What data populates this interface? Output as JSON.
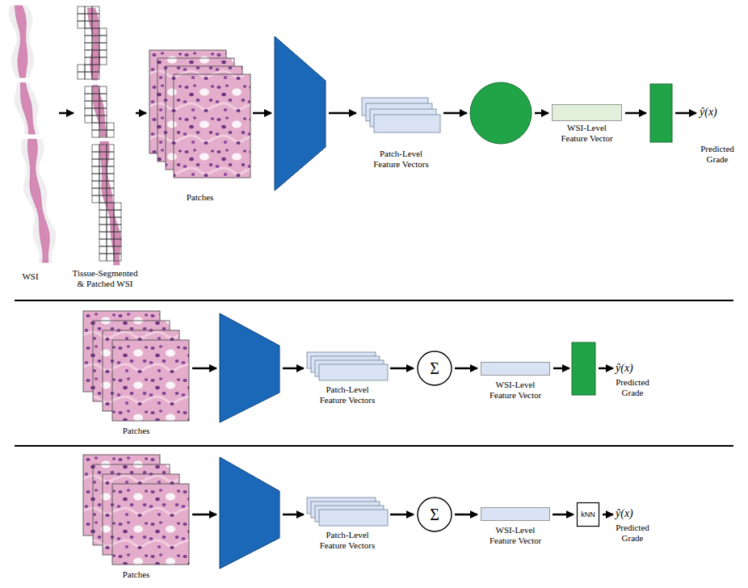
{
  "diagram": {
    "nodes": [
      {
        "text": [
          "WSI"
        ]
      },
      {
        "text": [
          "Tissue-Segmented & Patched WSI"
        ]
      },
      {
        "text": [
          "Patches"
        ]
      },
      {
        "text": [
          "Patch-Level Feature Vectors"
        ]
      },
      {
        "text": [
          "WSI-Level Feature Vector"
        ]
      },
      {
        "text": [
          "Patches"
        ]
      },
      {
        "text": [
          "Patch-Level Feature Vectors"
        ]
      },
      {
        "text": [
          "Σ"
        ]
      },
      {
        "text": [
          "WSI-Level Feature Vector"
        ]
      },
      {
        "text": [
          "Patches"
        ]
      },
      {
        "text": [
          "Patch-Level Feature Vectors"
        ]
      },
      {
        "text": [
          "Σ"
        ]
      },
      {
        "text": [
          "WSI-Level Feature Vector"
        ]
      },
      {
        "text": [
          "kNN"
        ]
      }
    ],
    "edges": [
      {
        "from": 0,
        "to": 1,
        "arrow": "to"
      },
      {
        "from": 1,
        "to": 2,
        "arrow": "to"
      },
      {
        "from": 6,
        "to": 7,
        "arrow": "to"
      },
      {
        "from": 7,
        "to": 8,
        "arrow": "to"
      },
      {
        "from": 10,
        "to": 11,
        "arrow": "to"
      },
      {
        "from": 11,
        "to": 12,
        "arrow": "to"
      },
      {
        "from": 12,
        "to": 13,
        "arrow": "to"
      }
    ],
    "labels": [
      "ŷ(x)",
      "Predicted Grade",
      "ŷ(x)",
      "Predicted Grade",
      "ŷ(x)",
      "Predicted Grade"
    ]
  }
}
